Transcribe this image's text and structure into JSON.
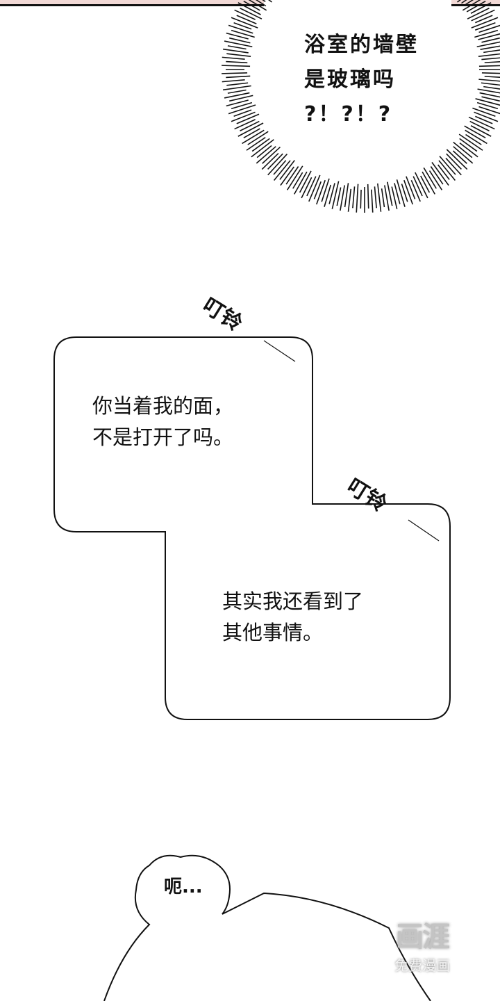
{
  "panels": {
    "burst_text": "浴室的墙壁\n是玻璃吗\n?！?！?",
    "sfx_1": "叮铃",
    "bubble_1": "你当着我的面，\n不是打开了吗。",
    "sfx_2": "叮铃",
    "bubble_2": "其实我还看到了\n其他事情。",
    "bubble_3": "呃..."
  },
  "watermark": {
    "logo": "画涯",
    "tagline": "免费漫画"
  },
  "colors": {
    "ink": "#111111",
    "top_strip": "#f2d9d6"
  }
}
